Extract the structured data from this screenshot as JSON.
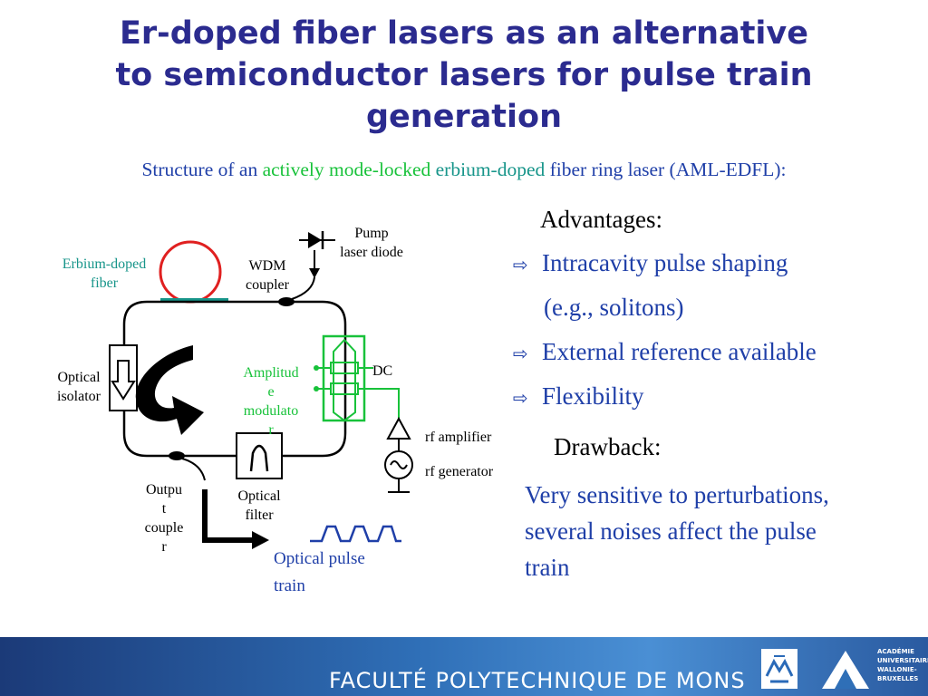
{
  "title": {
    "line1": "Er-doped fiber lasers as an alternative",
    "line2": "to semiconductor lasers for pulse train",
    "line3": "generation"
  },
  "subtitle": {
    "part1": "Structure of an ",
    "part2": "actively mode-locked",
    "part3": " erbium-doped",
    "part4": " fiber ring laser (AML-EDFL):"
  },
  "diagram": {
    "labels": {
      "erbium_fiber_1": "Erbium-doped",
      "erbium_fiber_2": "fiber",
      "wdm_1": "WDM",
      "wdm_2": "coupler",
      "pump_1": "Pump",
      "pump_2": "laser diode",
      "isolator_1": "Optical",
      "isolator_2": "isolator",
      "modulator_1": "Amplitud",
      "modulator_2": "e",
      "modulator_3": "modulato",
      "modulator_4": "r",
      "dc": "DC",
      "rf_amplifier": "rf amplifier",
      "rf_generator": "rf generator",
      "output_1": "Outpu",
      "output_2": "t",
      "output_3": "couple",
      "output_4": "r",
      "filter_1": "Optical",
      "filter_2": "filter",
      "pulse_1": "Optical pulse",
      "pulse_2": "train"
    },
    "colors": {
      "erbium": "#e02020",
      "green": "#18c23a",
      "teal": "#17958a",
      "blue": "#1f3fa8"
    }
  },
  "advantages": {
    "heading": "Advantages:",
    "items": [
      "Intracavity pulse shaping",
      "(e.g., solitons)",
      "External reference available",
      "Flexibility"
    ]
  },
  "drawback": {
    "heading": "Drawback:",
    "lines": [
      "Very sensitive to perturbations,",
      "several noises affect the pulse",
      "train"
    ]
  },
  "footer": {
    "text": "FACULTÉ POLYTECHNIQUE DE MONS",
    "academy_lines": [
      "ACADÉMIE",
      "UNIVERSITAIRE",
      "WALLONIE-",
      "BRUXELLES"
    ]
  }
}
